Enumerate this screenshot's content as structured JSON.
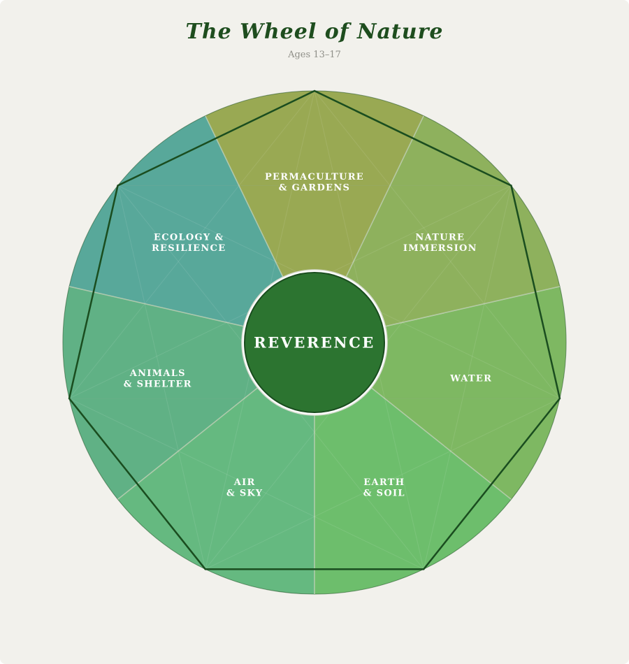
{
  "header": {
    "title": "The Wheel of Nature",
    "subtitle": "Ages 13–17"
  },
  "wheel": {
    "center_label": "REVERENCE",
    "center_color": "#2c7430",
    "outline_color": "#1a4d1f",
    "segments": [
      {
        "lines": [
          "PERMACULTURE",
          "& GARDENS"
        ],
        "color": "#93a44b"
      },
      {
        "lines": [
          "NATURE",
          "IMMERSION"
        ],
        "color": "#88ad55"
      },
      {
        "lines": [
          "WATER"
        ],
        "color": "#77b45b"
      },
      {
        "lines": [
          "EARTH",
          "& SOIL"
        ],
        "color": "#65bb65"
      },
      {
        "lines": [
          "AIR",
          "& SKY"
        ],
        "color": "#5db57a"
      },
      {
        "lines": [
          "ANIMALS",
          "& SHELTER"
        ],
        "color": "#57ad80"
      },
      {
        "lines": [
          "ECOLOGY &",
          "RESILIENCE"
        ],
        "color": "#4fa396"
      }
    ]
  }
}
